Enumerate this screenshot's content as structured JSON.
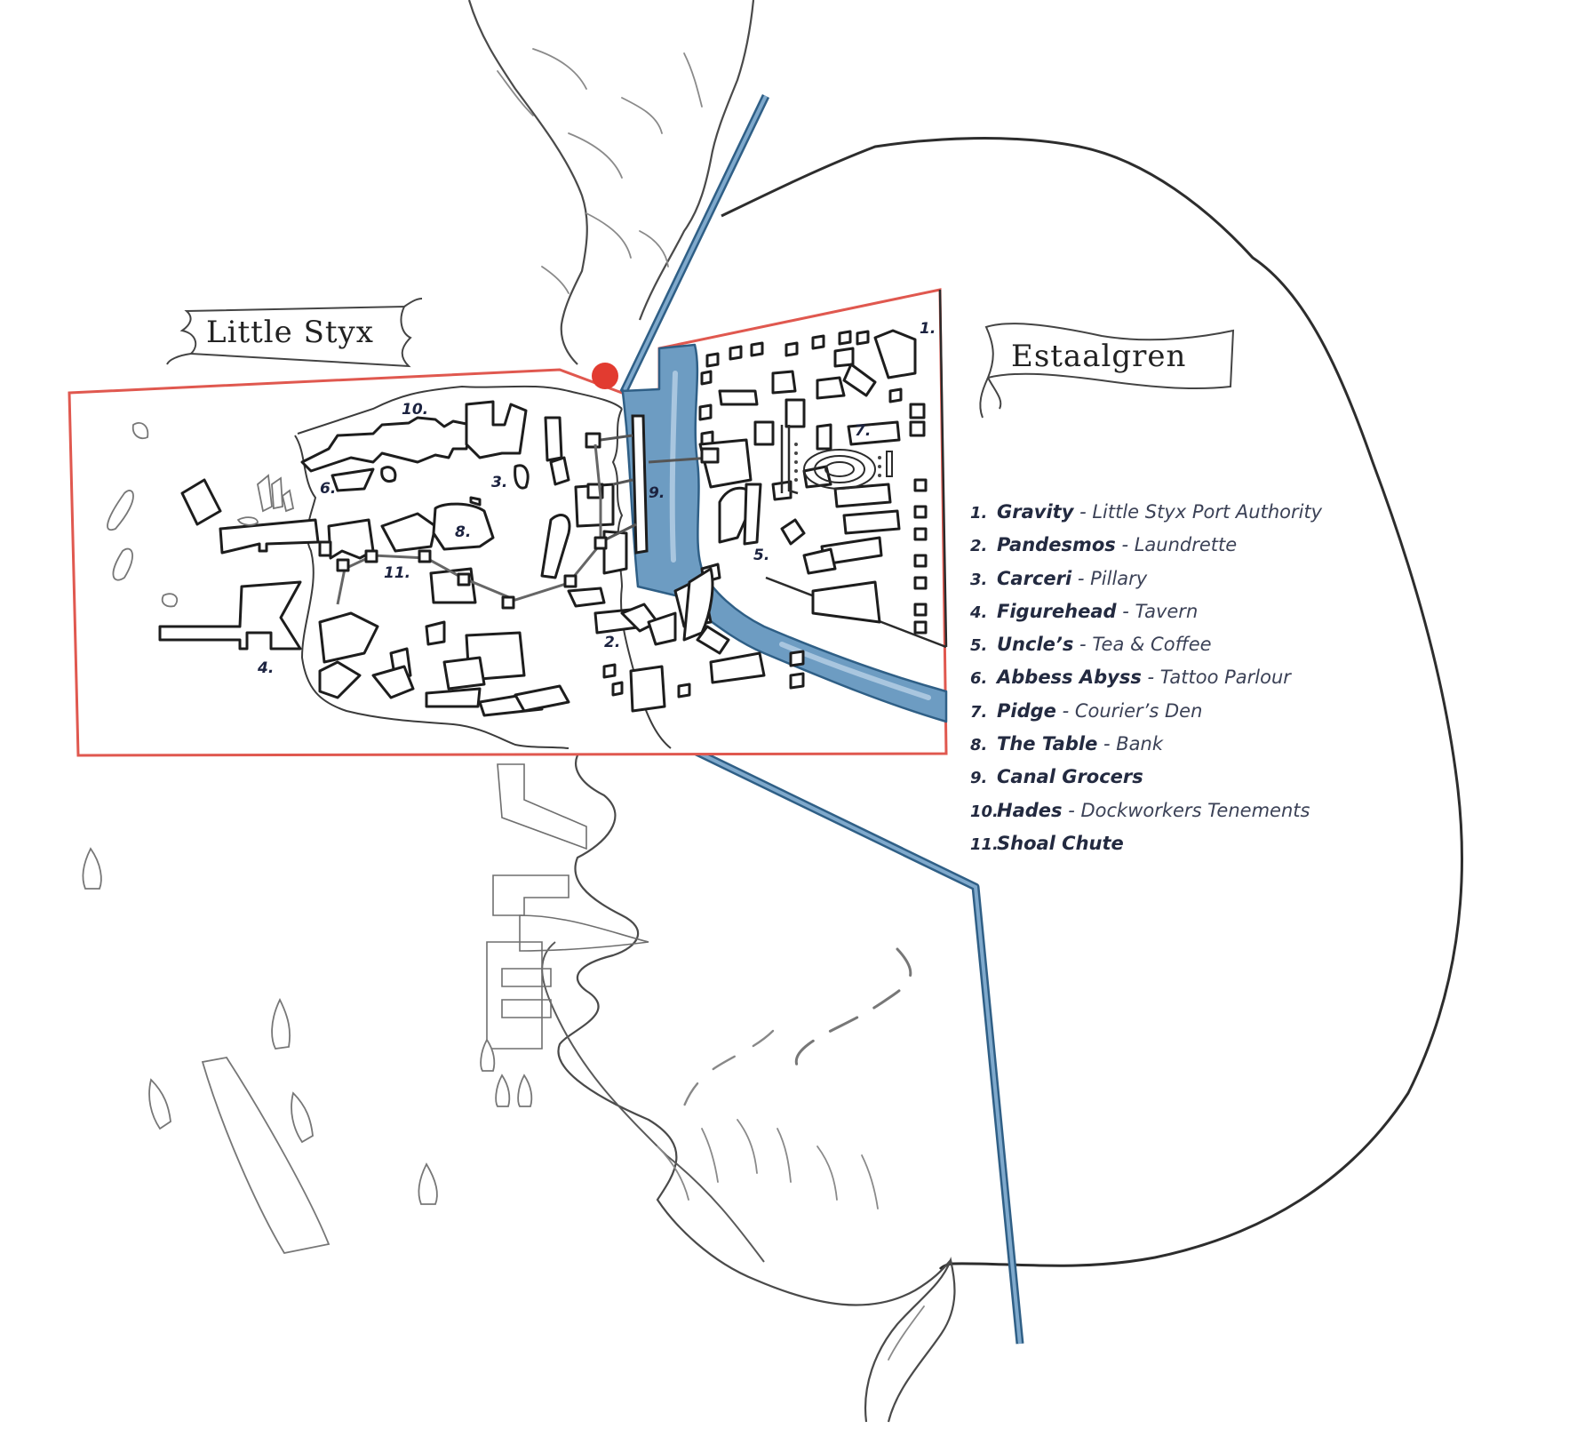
{
  "map": {
    "district_banner_left": "Little Styx",
    "district_banner_right": "Estaalgren",
    "colors": {
      "district_border": "#e0584f",
      "canal": "#6d9cc2",
      "canal_edge": "#2f5f86",
      "marker_dot": "#e23b30",
      "outline": "#2b2b2b"
    },
    "markers": [
      {
        "num": "1."
      },
      {
        "num": "2."
      },
      {
        "num": "3."
      },
      {
        "num": "4."
      },
      {
        "num": "5."
      },
      {
        "num": "6."
      },
      {
        "num": "7."
      },
      {
        "num": "8."
      },
      {
        "num": "9."
      },
      {
        "num": "10."
      },
      {
        "num": "11."
      }
    ]
  },
  "legend": [
    {
      "num": "1.",
      "name": "Gravity",
      "sep": " - ",
      "desc": "Little Styx Port Authority"
    },
    {
      "num": "2.",
      "name": "Pandesmos",
      "sep": " - ",
      "desc": "Laundrette"
    },
    {
      "num": "3.",
      "name": "Carceri",
      "sep": " - ",
      "desc": "Pillary"
    },
    {
      "num": "4.",
      "name": "Figurehead",
      "sep": " - ",
      "desc": "Tavern"
    },
    {
      "num": "5.",
      "name": "Uncle’s",
      "sep": " - ",
      "desc": "Tea & Coffee"
    },
    {
      "num": "6.",
      "name": "Abbess Abyss",
      "sep": " - ",
      "desc": "Tattoo Parlour"
    },
    {
      "num": "7.",
      "name": "Pidge",
      "sep": " - ",
      "desc": "Courier’s Den"
    },
    {
      "num": "8.",
      "name": "The Table",
      "sep": " - ",
      "desc": "Bank"
    },
    {
      "num": "9.",
      "name": "Canal Grocers",
      "sep": "",
      "desc": ""
    },
    {
      "num": "10.",
      "name": "Hades",
      "sep": " - ",
      "desc": "Dockworkers Tenements"
    },
    {
      "num": "11.",
      "name": "Shoal Chute",
      "sep": "",
      "desc": ""
    }
  ]
}
